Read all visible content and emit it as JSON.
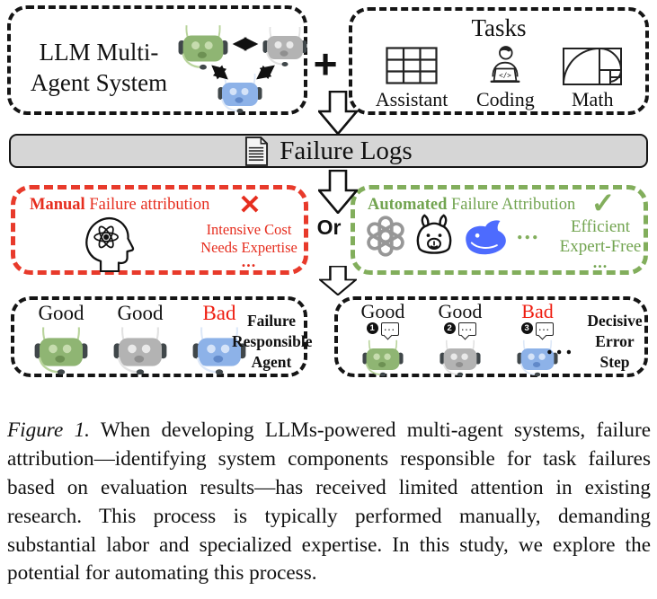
{
  "colors": {
    "manual_red": "#e83a2b",
    "manual_red_text": "#e62e1f",
    "automated_green": "#82ae5c",
    "automated_green_text": "#72a450",
    "bad_red": "#ee1c0f",
    "bar_gray": "#d6d6d6",
    "deepseek_blue": "#4d6bfe",
    "robot_green": "#8fb573",
    "robot_gray": "#b3b3b3",
    "robot_blue": "#8db2e8"
  },
  "diagram": {
    "mas_box": {
      "label": "LLM Multi-Agent System"
    },
    "plus": "+",
    "tasks_box": {
      "title": "Tasks",
      "items": [
        {
          "label": "Assistant"
        },
        {
          "label": "Coding"
        },
        {
          "label": "Math"
        }
      ]
    },
    "failure_logs": {
      "label": "Failure Logs"
    },
    "or": "Or",
    "manual_box": {
      "title_bold": "Manual",
      "title_rest": "Failure attribution",
      "cross": "✕",
      "cons": [
        "Intensive Cost",
        "Needs Expertise"
      ],
      "ellipsis": "..."
    },
    "automated_box": {
      "title_bold": "Automated",
      "title_rest": "Failure Attribution",
      "check": "✓",
      "models_ellipsis": "...",
      "pros": [
        "Efficient",
        "Expert-Free"
      ],
      "ellipsis": "..."
    },
    "agent_box": {
      "labels": [
        "Good",
        "Good",
        "Bad"
      ],
      "caption": [
        "Failure",
        "Responsible",
        "Agent"
      ]
    },
    "step_box": {
      "labels": [
        "Good",
        "Good",
        "Bad"
      ],
      "steps": [
        "1",
        "2",
        "3"
      ],
      "bubble": "...",
      "ellipsis": "...",
      "caption": [
        "Decisive",
        "Error",
        "Step"
      ]
    },
    "code_glyph": "</>"
  },
  "caption": {
    "label": "Figure 1.",
    "text": "When developing LLMs-powered multi-agent systems, failure attribution—identifying system components responsible for task failures based on evaluation results—has received limited attention in existing research. This process is typically performed manually, demanding substantial labor and specialized expertise. In this study, we explore the potential for automating this process."
  }
}
